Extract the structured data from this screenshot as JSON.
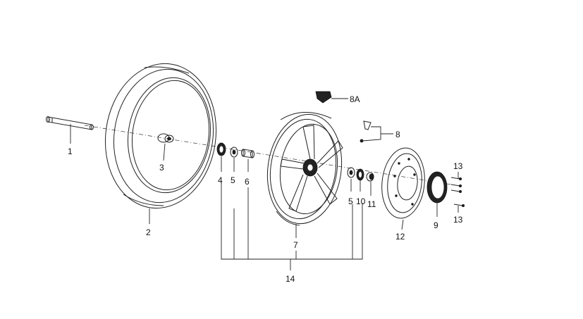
{
  "callouts": {
    "c1": "1",
    "c2": "2",
    "c3": "3",
    "c4": "4",
    "c5a": "5",
    "c6": "6",
    "c7": "7",
    "c8": "8",
    "c8a": "8A",
    "c5b": "5",
    "c10": "10",
    "c11": "11",
    "c12": "12",
    "c9": "9",
    "c13a": "13",
    "c13b": "13",
    "c14": "14"
  }
}
